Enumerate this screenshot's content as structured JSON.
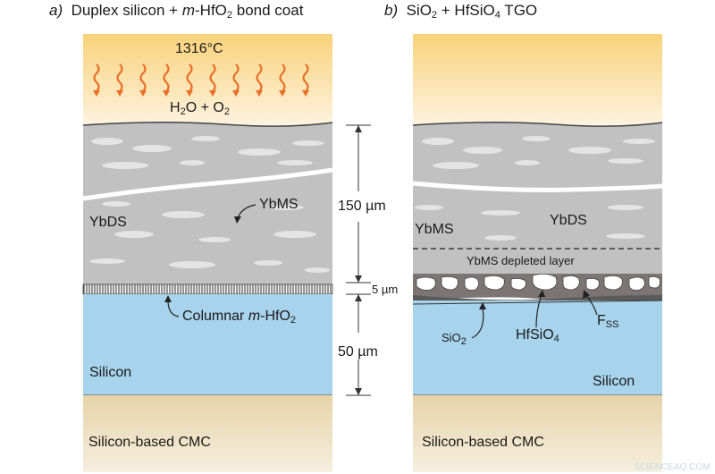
{
  "panel_a": {
    "letter": "a)",
    "title_1": "Duplex silicon + ",
    "title_ital": "m",
    "title_2": "-HfO",
    "title_sub": "2",
    "title_3": " bond coat",
    "temperature": "1316°C",
    "gas_1": "H",
    "gas_sub1": "2",
    "gas_2": "O + O",
    "gas_sub2": "2",
    "ybds": "YbDS",
    "ybms": "YbMS",
    "thickness_top": "150 µm",
    "thickness_mid": "5 µm",
    "thickness_bot": "50 µm",
    "columnar_1": "Columnar ",
    "columnar_ital": "m",
    "columnar_2": "-HfO",
    "columnar_sub": "2",
    "silicon": "Silicon",
    "cmc": "Silicon-based CMC"
  },
  "panel_b": {
    "letter": "b)",
    "title_1": "SiO",
    "title_sub1": "2",
    "title_2": " + HfSiO",
    "title_sub2": "4",
    "title_3": " TGO",
    "ybms": "YbMS",
    "ybds": "YbDS",
    "depleted": "YbMS depleted layer",
    "sio2": "SiO",
    "sio2_sub": "2",
    "hfsio4": "HfSiO",
    "hfsio4_sub": "4",
    "fss": "F",
    "fss_sub": "SS",
    "silicon": "Silicon",
    "cmc": "Silicon-based CMC"
  },
  "watermark": "SCIENCEAQ.COM",
  "colors": {
    "gas_top": "#f9d37a",
    "gas_bottom": "#fdf3dc",
    "arrow": "#e8702a",
    "coating": "#c0c0c0",
    "silicon": "#a9d4ec",
    "cmc": "#ecdcb7",
    "tgo": "#5a5a5a"
  }
}
